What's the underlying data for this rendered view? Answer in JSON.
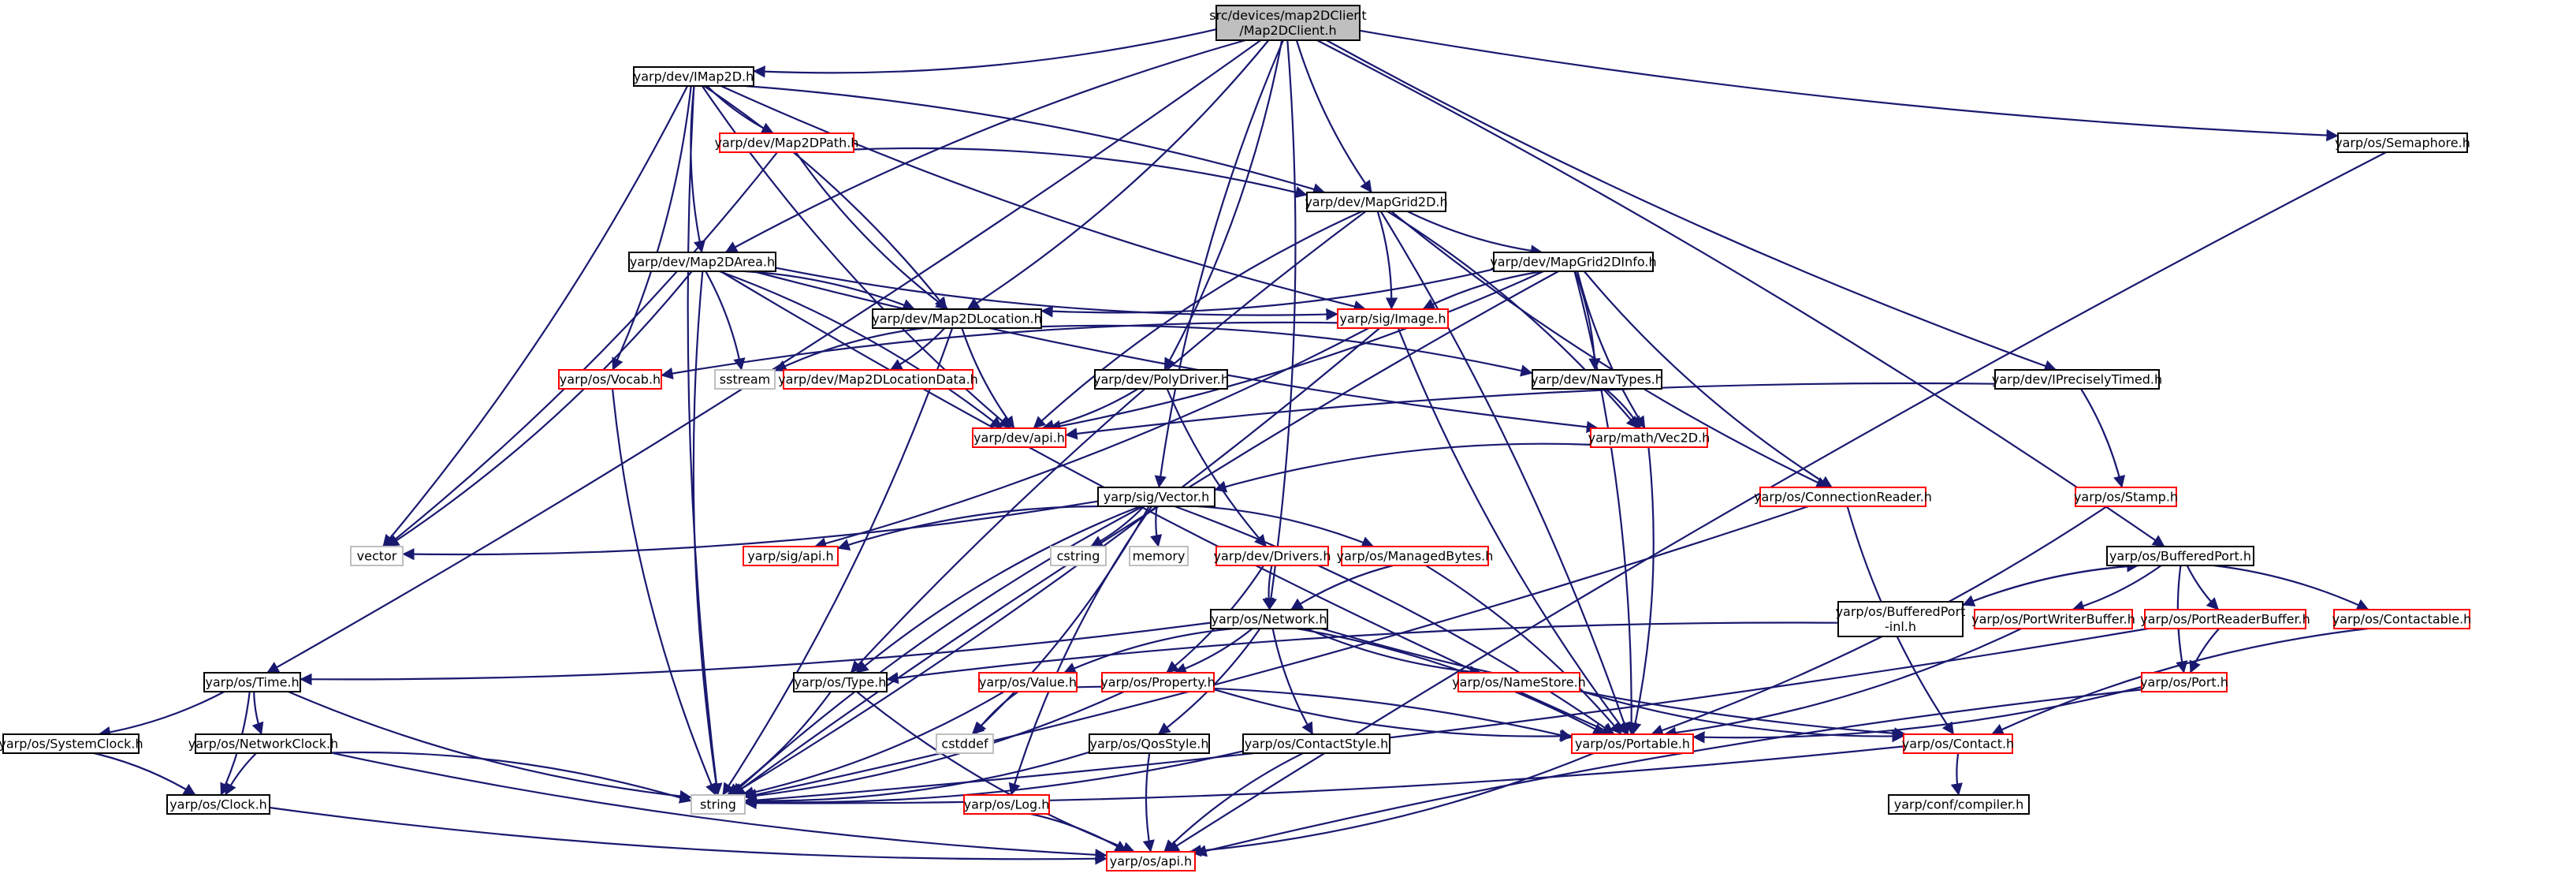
{
  "colors": {
    "edge": "#191970",
    "root_fill": "#bfbfbf",
    "root_stroke": "#000000",
    "documented_stroke": "#000000",
    "undocumented_stroke": "#ff0000",
    "system_stroke": "#bfbfbf"
  },
  "nodes": [
    {
      "id": "root",
      "lines": [
        "src/devices/map2DClient",
        "/Map2DClient.h"
      ],
      "kind": "root"
    },
    {
      "id": "imap2d",
      "lines": [
        "yarp/dev/IMap2D.h"
      ],
      "kind": "normal"
    },
    {
      "id": "map2dpath",
      "lines": [
        "yarp/dev/Map2DPath.h"
      ],
      "kind": "red"
    },
    {
      "id": "mapgrid2d",
      "lines": [
        "yarp/dev/MapGrid2D.h"
      ],
      "kind": "normal"
    },
    {
      "id": "map2darea",
      "lines": [
        "yarp/dev/Map2DArea.h"
      ],
      "kind": "normal"
    },
    {
      "id": "mapgrid2dinfo",
      "lines": [
        "yarp/dev/MapGrid2DInfo.h"
      ],
      "kind": "normal"
    },
    {
      "id": "map2dlocation",
      "lines": [
        "yarp/dev/Map2DLocation.h"
      ],
      "kind": "normal"
    },
    {
      "id": "sigimage",
      "lines": [
        "yarp/sig/Image.h"
      ],
      "kind": "red"
    },
    {
      "id": "osvocab",
      "lines": [
        "yarp/os/Vocab.h"
      ],
      "kind": "red"
    },
    {
      "id": "sstream",
      "lines": [
        "sstream"
      ],
      "kind": "system"
    },
    {
      "id": "map2dlocdata",
      "lines": [
        "yarp/dev/Map2DLocationData.h"
      ],
      "kind": "red"
    },
    {
      "id": "polydriver",
      "lines": [
        "yarp/dev/PolyDriver.h"
      ],
      "kind": "normal"
    },
    {
      "id": "navtypes",
      "lines": [
        "yarp/dev/NavTypes.h"
      ],
      "kind": "normal"
    },
    {
      "id": "iprecisely",
      "lines": [
        "yarp/dev/IPreciselyTimed.h"
      ],
      "kind": "normal"
    },
    {
      "id": "devapi",
      "lines": [
        "yarp/dev/api.h"
      ],
      "kind": "red"
    },
    {
      "id": "vec2d",
      "lines": [
        "yarp/math/Vec2D.h"
      ],
      "kind": "red"
    },
    {
      "id": "semaphore",
      "lines": [
        "yarp/os/Semaphore.h"
      ],
      "kind": "normal"
    },
    {
      "id": "sigvector",
      "lines": [
        "yarp/sig/Vector.h"
      ],
      "kind": "normal"
    },
    {
      "id": "connreader",
      "lines": [
        "yarp/os/ConnectionReader.h"
      ],
      "kind": "red"
    },
    {
      "id": "stamp",
      "lines": [
        "yarp/os/Stamp.h"
      ],
      "kind": "red"
    },
    {
      "id": "vector",
      "lines": [
        "vector"
      ],
      "kind": "system"
    },
    {
      "id": "sigapi",
      "lines": [
        "yarp/sig/api.h"
      ],
      "kind": "red"
    },
    {
      "id": "cstring",
      "lines": [
        "cstring"
      ],
      "kind": "system"
    },
    {
      "id": "memory",
      "lines": [
        "memory"
      ],
      "kind": "system"
    },
    {
      "id": "devdrivers",
      "lines": [
        "yarp/dev/Drivers.h"
      ],
      "kind": "red"
    },
    {
      "id": "managedbytes",
      "lines": [
        "yarp/os/ManagedBytes.h"
      ],
      "kind": "red"
    },
    {
      "id": "bufferedport",
      "lines": [
        "yarp/os/BufferedPort.h"
      ],
      "kind": "normal"
    },
    {
      "id": "osnetwork",
      "lines": [
        "yarp/os/Network.h"
      ],
      "kind": "normal"
    },
    {
      "id": "bufportinl",
      "lines": [
        "yarp/os/BufferedPort",
        "-inl.h"
      ],
      "kind": "normal"
    },
    {
      "id": "portwriterbuf",
      "lines": [
        "yarp/os/PortWriterBuffer.h"
      ],
      "kind": "red"
    },
    {
      "id": "portreaderbuf",
      "lines": [
        "yarp/os/PortReaderBuffer.h"
      ],
      "kind": "red"
    },
    {
      "id": "contactable",
      "lines": [
        "yarp/os/Contactable.h"
      ],
      "kind": "red"
    },
    {
      "id": "ostime",
      "lines": [
        "yarp/os/Time.h"
      ],
      "kind": "normal"
    },
    {
      "id": "ostype",
      "lines": [
        "yarp/os/Type.h"
      ],
      "kind": "normal"
    },
    {
      "id": "osvalue",
      "lines": [
        "yarp/os/Value.h"
      ],
      "kind": "red"
    },
    {
      "id": "osproperty",
      "lines": [
        "yarp/os/Property.h"
      ],
      "kind": "red"
    },
    {
      "id": "namestore",
      "lines": [
        "yarp/os/NameStore.h"
      ],
      "kind": "red"
    },
    {
      "id": "osport",
      "lines": [
        "yarp/os/Port.h"
      ],
      "kind": "red"
    },
    {
      "id": "sysclock",
      "lines": [
        "yarp/os/SystemClock.h"
      ],
      "kind": "normal"
    },
    {
      "id": "netclock",
      "lines": [
        "yarp/os/NetworkClock.h"
      ],
      "kind": "normal"
    },
    {
      "id": "cstddef",
      "lines": [
        "cstddef"
      ],
      "kind": "system"
    },
    {
      "id": "qosstyle",
      "lines": [
        "yarp/os/QosStyle.h"
      ],
      "kind": "normal"
    },
    {
      "id": "contactstyle",
      "lines": [
        "yarp/os/ContactStyle.h"
      ],
      "kind": "normal"
    },
    {
      "id": "portable",
      "lines": [
        "yarp/os/Portable.h"
      ],
      "kind": "red"
    },
    {
      "id": "oscontact",
      "lines": [
        "yarp/os/Contact.h"
      ],
      "kind": "red"
    },
    {
      "id": "osclock",
      "lines": [
        "yarp/os/Clock.h"
      ],
      "kind": "normal"
    },
    {
      "id": "string",
      "lines": [
        "string"
      ],
      "kind": "system"
    },
    {
      "id": "oslog",
      "lines": [
        "yarp/os/Log.h"
      ],
      "kind": "red"
    },
    {
      "id": "compiler",
      "lines": [
        "yarp/conf/compiler.h"
      ],
      "kind": "normal"
    },
    {
      "id": "osapi",
      "lines": [
        "yarp/os/api.h"
      ],
      "kind": "red"
    }
  ],
  "edges": [
    [
      "root",
      "imap2d"
    ],
    [
      "root",
      "map2darea"
    ],
    [
      "root",
      "map2dlocation"
    ],
    [
      "root",
      "mapgrid2d"
    ],
    [
      "root",
      "polydriver"
    ],
    [
      "root",
      "sigvector"
    ],
    [
      "root",
      "osnetwork"
    ],
    [
      "root",
      "iprecisely"
    ],
    [
      "root",
      "bufferedport"
    ],
    [
      "root",
      "semaphore"
    ],
    [
      "root",
      "ostime"
    ],
    [
      "imap2d",
      "map2dpath"
    ],
    [
      "imap2d",
      "mapgrid2d"
    ],
    [
      "imap2d",
      "map2darea"
    ],
    [
      "imap2d",
      "map2dlocation"
    ],
    [
      "imap2d",
      "sigimage"
    ],
    [
      "imap2d",
      "osvocab"
    ],
    [
      "imap2d",
      "devapi"
    ],
    [
      "imap2d",
      "vector"
    ],
    [
      "imap2d",
      "string"
    ],
    [
      "map2dpath",
      "mapgrid2d"
    ],
    [
      "map2dpath",
      "map2dlocation"
    ],
    [
      "map2dpath",
      "vector"
    ],
    [
      "mapgrid2d",
      "mapgrid2dinfo"
    ],
    [
      "mapgrid2d",
      "sigimage"
    ],
    [
      "mapgrid2d",
      "devapi"
    ],
    [
      "mapgrid2d",
      "vec2d"
    ],
    [
      "mapgrid2d",
      "connreader"
    ],
    [
      "mapgrid2d",
      "portable"
    ],
    [
      "mapgrid2d",
      "ostype"
    ],
    [
      "map2darea",
      "map2dlocation"
    ],
    [
      "map2darea",
      "sigimage"
    ],
    [
      "map2darea",
      "devapi"
    ],
    [
      "map2darea",
      "vec2d"
    ],
    [
      "map2darea",
      "vector"
    ],
    [
      "map2darea",
      "string"
    ],
    [
      "map2darea",
      "sstream"
    ],
    [
      "map2darea",
      "portable"
    ],
    [
      "mapgrid2dinfo",
      "map2dlocation"
    ],
    [
      "mapgrid2dinfo",
      "sigimage"
    ],
    [
      "mapgrid2dinfo",
      "navtypes"
    ],
    [
      "mapgrid2dinfo",
      "vec2d"
    ],
    [
      "mapgrid2dinfo",
      "devapi"
    ],
    [
      "mapgrid2dinfo",
      "connreader"
    ],
    [
      "mapgrid2dinfo",
      "portable"
    ],
    [
      "mapgrid2dinfo",
      "string"
    ],
    [
      "map2dlocation",
      "map2dlocdata"
    ],
    [
      "map2dlocation",
      "devapi"
    ],
    [
      "map2dlocation",
      "navtypes"
    ],
    [
      "map2dlocation",
      "sstream"
    ],
    [
      "map2dlocation",
      "string"
    ],
    [
      "sigimage",
      "osvocab"
    ],
    [
      "sigimage",
      "sigapi"
    ],
    [
      "sigimage",
      "portable"
    ],
    [
      "sigimage",
      "string"
    ],
    [
      "osvocab",
      "string"
    ],
    [
      "polydriver",
      "devapi"
    ],
    [
      "polydriver",
      "devdrivers"
    ],
    [
      "navtypes",
      "vec2d"
    ],
    [
      "iprecisely",
      "devapi"
    ],
    [
      "iprecisely",
      "stamp"
    ],
    [
      "vec2d",
      "sigvector"
    ],
    [
      "vec2d",
      "portable"
    ],
    [
      "semaphore",
      "osapi"
    ],
    [
      "sigvector",
      "vector"
    ],
    [
      "sigvector",
      "sigapi"
    ],
    [
      "sigvector",
      "cstring"
    ],
    [
      "sigvector",
      "memory"
    ],
    [
      "sigvector",
      "managedbytes"
    ],
    [
      "sigvector",
      "ostype"
    ],
    [
      "sigvector",
      "cstddef"
    ],
    [
      "sigvector",
      "oslog"
    ],
    [
      "sigvector",
      "portable"
    ],
    [
      "sigvector",
      "string"
    ],
    [
      "connreader",
      "string"
    ],
    [
      "connreader",
      "oscontact"
    ],
    [
      "stamp",
      "portable"
    ],
    [
      "devdrivers",
      "osnetwork"
    ],
    [
      "devdrivers",
      "osproperty"
    ],
    [
      "managedbytes",
      "osnetwork"
    ],
    [
      "managedbytes",
      "portable"
    ],
    [
      "bufferedport",
      "bufportinl"
    ],
    [
      "bufferedport",
      "portwriterbuf"
    ],
    [
      "bufferedport",
      "portreaderbuf"
    ],
    [
      "bufferedport",
      "contactable"
    ],
    [
      "bufferedport",
      "osport"
    ],
    [
      "bufportinl",
      "bufferedport"
    ],
    [
      "bufportinl",
      "ostype"
    ],
    [
      "portwriterbuf",
      "portable"
    ],
    [
      "portreaderbuf",
      "osport"
    ],
    [
      "portreaderbuf",
      "string"
    ],
    [
      "contactable",
      "oscontact"
    ],
    [
      "osport",
      "portable"
    ],
    [
      "osport",
      "osapi"
    ],
    [
      "osnetwork",
      "ostime"
    ],
    [
      "osnetwork",
      "osvalue"
    ],
    [
      "osnetwork",
      "osproperty"
    ],
    [
      "osnetwork",
      "namestore"
    ],
    [
      "osnetwork",
      "qosstyle"
    ],
    [
      "osnetwork",
      "contactstyle"
    ],
    [
      "osnetwork",
      "portable"
    ],
    [
      "osnetwork",
      "oscontact"
    ],
    [
      "ostime",
      "sysclock"
    ],
    [
      "ostime",
      "netclock"
    ],
    [
      "ostime",
      "osclock"
    ],
    [
      "ostime",
      "string"
    ],
    [
      "ostype",
      "string"
    ],
    [
      "ostype",
      "osapi"
    ],
    [
      "osvalue",
      "portable"
    ],
    [
      "osvalue",
      "cstddef"
    ],
    [
      "osvalue",
      "string"
    ],
    [
      "osproperty",
      "portable"
    ],
    [
      "osproperty",
      "string"
    ],
    [
      "namestore",
      "oscontact"
    ],
    [
      "sysclock",
      "osclock"
    ],
    [
      "netclock",
      "osclock"
    ],
    [
      "netclock",
      "string"
    ],
    [
      "netclock",
      "osapi"
    ],
    [
      "qosstyle",
      "string"
    ],
    [
      "qosstyle",
      "osapi"
    ],
    [
      "contactstyle",
      "string"
    ],
    [
      "contactstyle",
      "osapi"
    ],
    [
      "portable",
      "osapi"
    ],
    [
      "oscontact",
      "compiler"
    ],
    [
      "oscontact",
      "string"
    ],
    [
      "osclock",
      "osapi"
    ],
    [
      "oslog",
      "osapi"
    ]
  ]
}
